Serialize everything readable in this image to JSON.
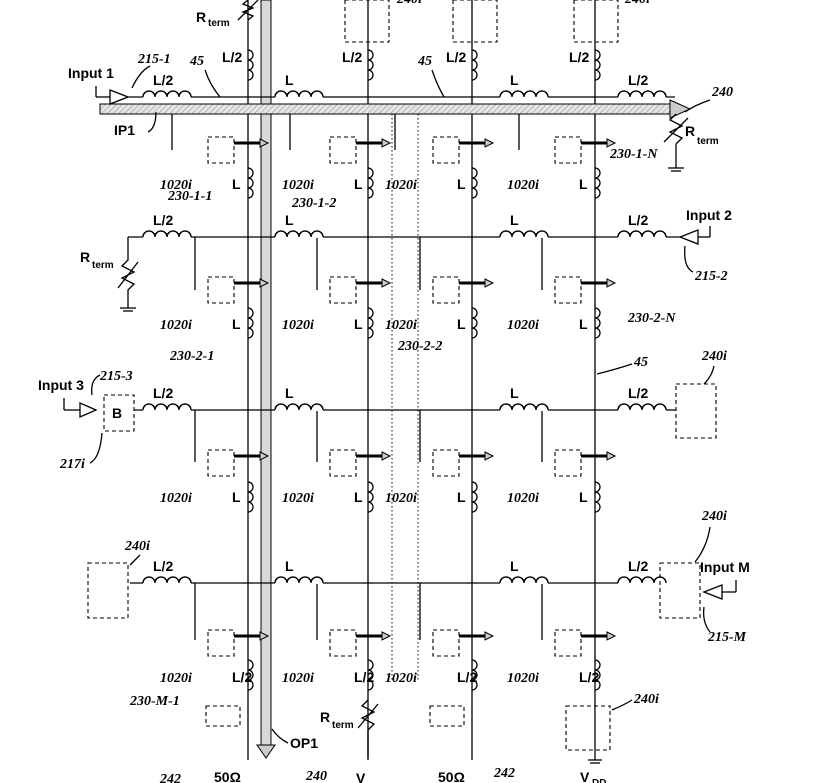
{
  "labels": {
    "rterm": "R",
    "rterm_sub": "term",
    "half_l": "L/2",
    "l": "L",
    "ref45": "45",
    "ref240": "240",
    "ref240i": "240i",
    "ref1020i": "1020i",
    "ip1": "IP1",
    "op1": "OP1",
    "fifty_ohm": "50Ω",
    "vdd": "V",
    "vdd_sub": "DD",
    "b_block": "B",
    "ref242": "242"
  },
  "inputs": [
    {
      "label": "Input 1",
      "ref": "215-1"
    },
    {
      "label": "Input 2",
      "ref": "215-2"
    },
    {
      "label": "Input 3",
      "ref": "215-3",
      "buffer_ref": "217i"
    },
    {
      "label": "Input M",
      "ref": "215-M"
    }
  ],
  "column_refs": {
    "row1": [
      "230-1-1",
      "230-1-2",
      "230-1-N"
    ],
    "row2": [
      "230-2-1",
      "230-2-2",
      "230-2-N"
    ],
    "rowM": [
      "230-M-1"
    ]
  }
}
